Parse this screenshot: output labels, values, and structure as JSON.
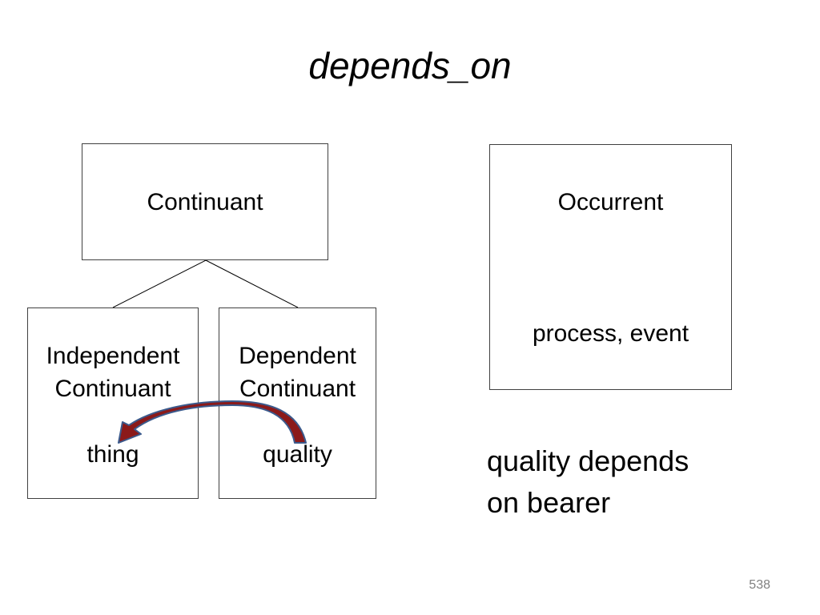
{
  "slide": {
    "title": "depends_on",
    "page_number": "538",
    "caption_line1": "quality depends",
    "caption_line2": "on bearer"
  },
  "boxes": {
    "continuant": {
      "label": "Continuant"
    },
    "occurrent": {
      "label": "Occurrent",
      "example": "process, event"
    },
    "independent": {
      "label_line1": "Independent",
      "label_line2": "Continuant",
      "example": "thing"
    },
    "dependent": {
      "label_line1": "Dependent",
      "label_line2": "Continuant",
      "example": "quality"
    }
  },
  "colors": {
    "box_border": "#404040",
    "line": "#000000",
    "arrow_fill": "#8b1a1a",
    "arrow_outline": "#3b5a8c",
    "page_number": "#808080"
  }
}
